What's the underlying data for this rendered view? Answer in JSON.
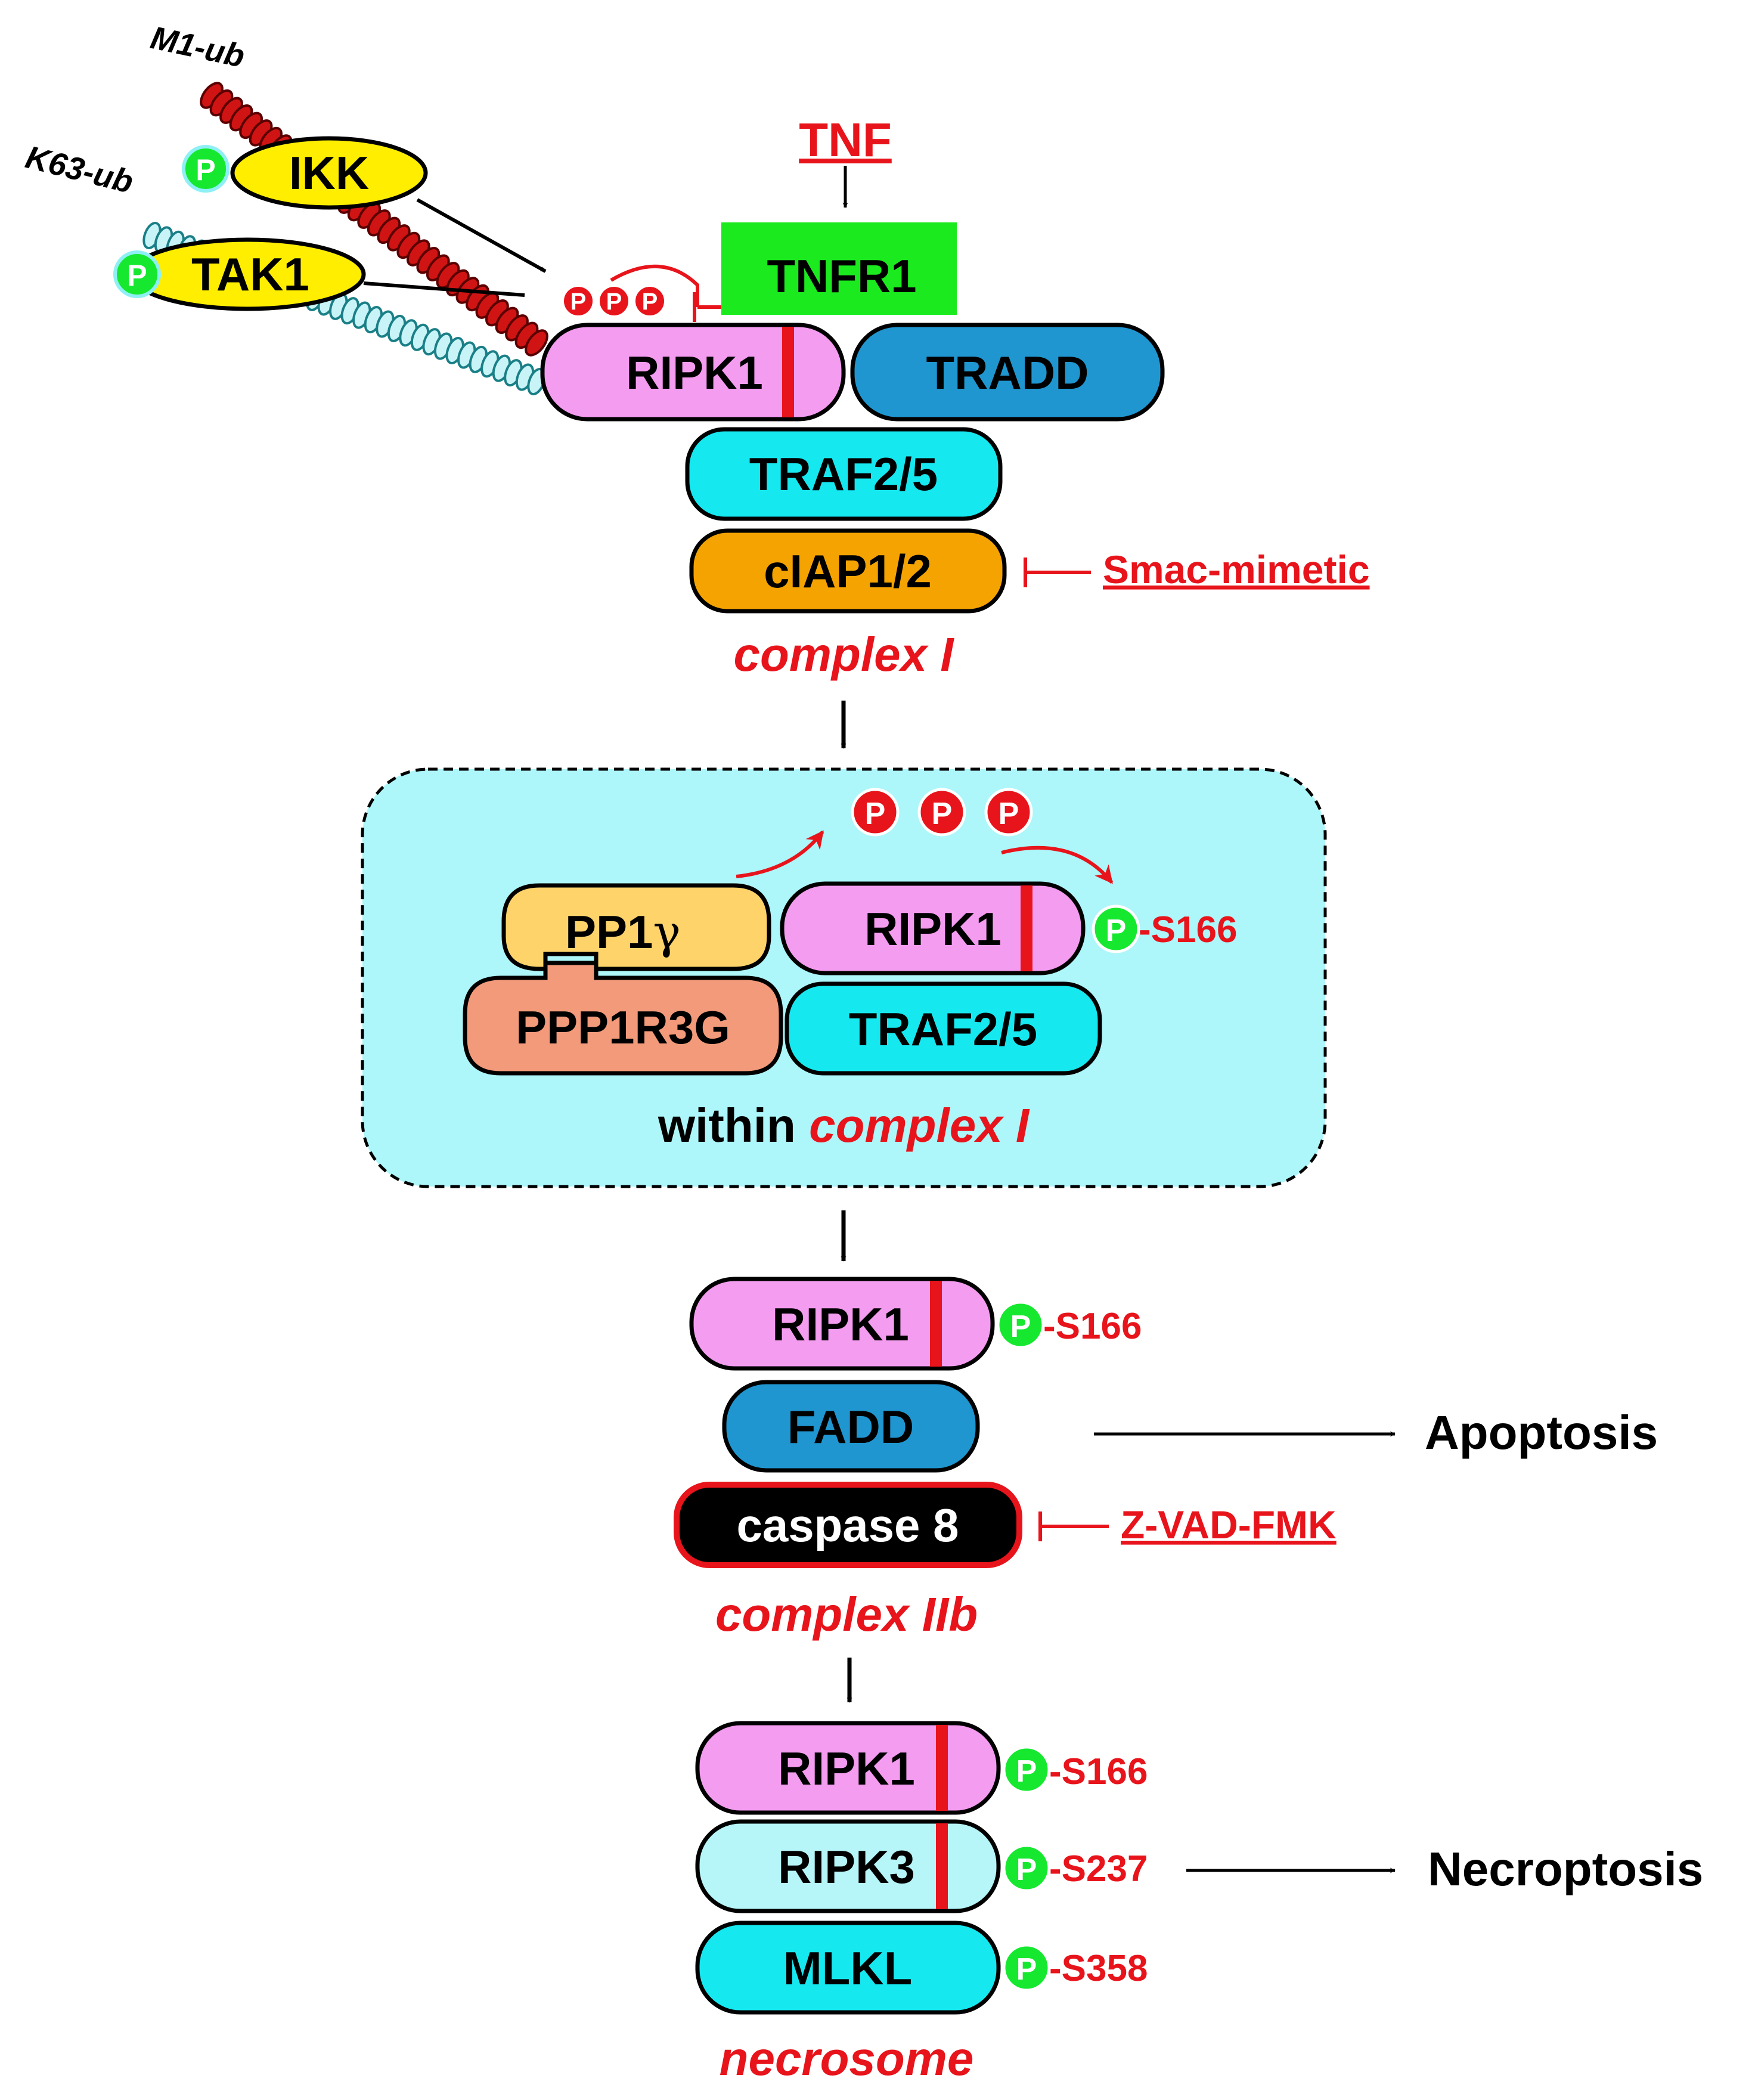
{
  "ligand": "TNF",
  "ubiquitin": {
    "m1": "M1-ub",
    "k63": "K63-ub"
  },
  "phospho": "P",
  "proteins": {
    "ikk": "IKK",
    "tak1": "TAK1",
    "tnfr1": "TNFR1",
    "ripk1": "RIPK1",
    "tradd": "TRADD",
    "traf": "TRAF2/5",
    "ciap": "cIAP1/2",
    "pp1": "PP1",
    "pp1_greek": "γ",
    "ppp1r3g": "PPP1R3G",
    "fadd": "FADD",
    "casp8": "caspase 8",
    "ripk3": "RIPK3",
    "mlkl": "MLKL"
  },
  "inhibitors": {
    "smac": "Smac-mimetic",
    "zvad": "Z-VAD-FMK"
  },
  "complexes": {
    "complex1": "complex I",
    "within_prefix": "within",
    "within_italic": "complex I",
    "complex2b": "complex IIb",
    "necrosome": "necrosome"
  },
  "sites": {
    "s166": "-S166",
    "s237": "-S237",
    "s358": "-S358"
  },
  "outcomes": {
    "apoptosis": "Apoptosis",
    "necroptosis": "Necroptosis"
  },
  "colors": {
    "ripk1": "#f49cf0",
    "tradd": "#1f96d0",
    "traf": "#16e8f0",
    "ciap": "#f5a300",
    "tnfr1": "#1bea1f",
    "ikk": "#ffee00",
    "pp1": "#fdd36a",
    "ppp1r3g": "#f29a7a",
    "ripk3": "#b6f5f8",
    "complex_box": "#adf6fa",
    "phospho_green": "#16e830",
    "phospho_red": "#e8141b",
    "k63_chain": "#c8f4f8",
    "m1_chain": "#d01414"
  }
}
